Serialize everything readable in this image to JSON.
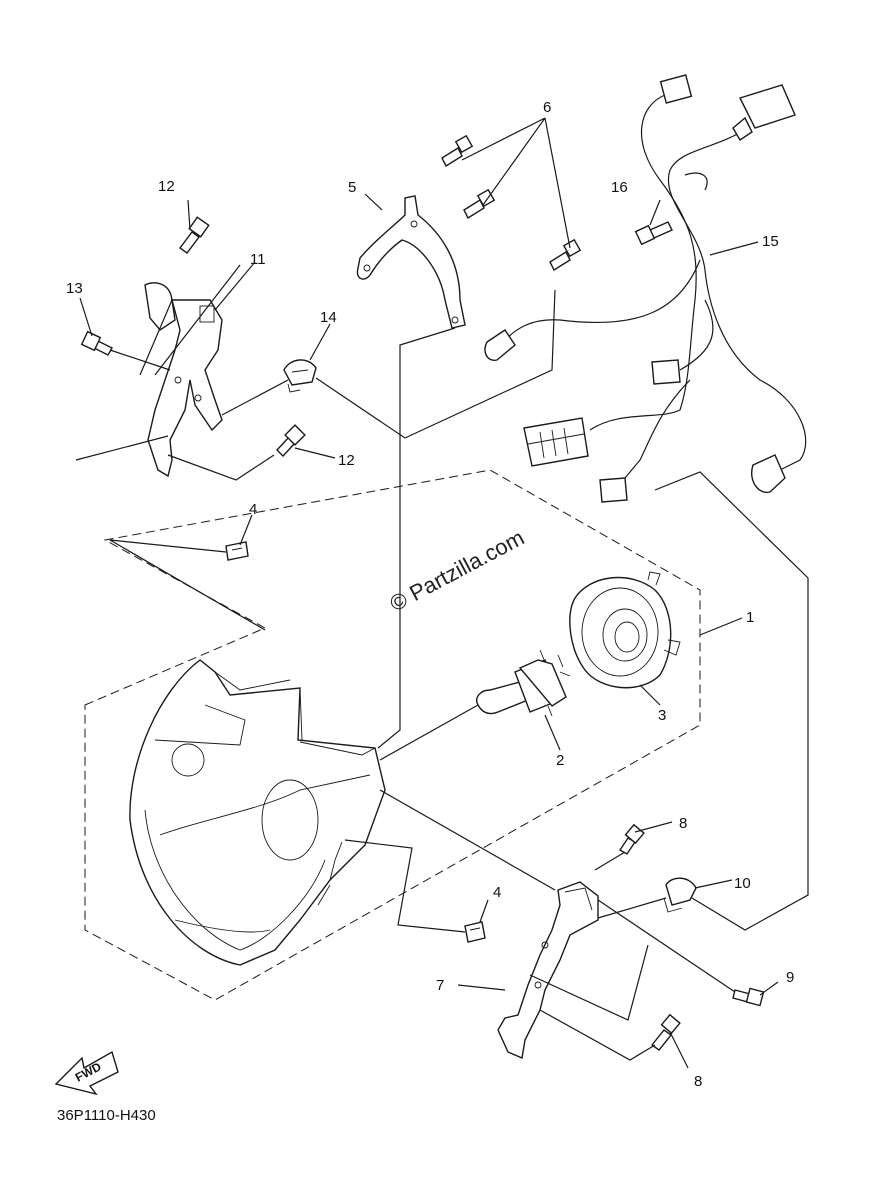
{
  "diagram": {
    "watermark": "© Partzilla.com",
    "diagram_code": "36P1110-H430",
    "fwd_label": "FWD",
    "callouts": {
      "c1": "1",
      "c2": "2",
      "c3": "3",
      "c4a": "4",
      "c4b": "4",
      "c5": "5",
      "c6": "6",
      "c7": "7",
      "c8a": "8",
      "c8b": "8",
      "c9": "9",
      "c10": "10",
      "c11": "11",
      "c12a": "12",
      "c12b": "12",
      "c13": "13",
      "c14": "14",
      "c15": "15",
      "c16": "16"
    }
  }
}
